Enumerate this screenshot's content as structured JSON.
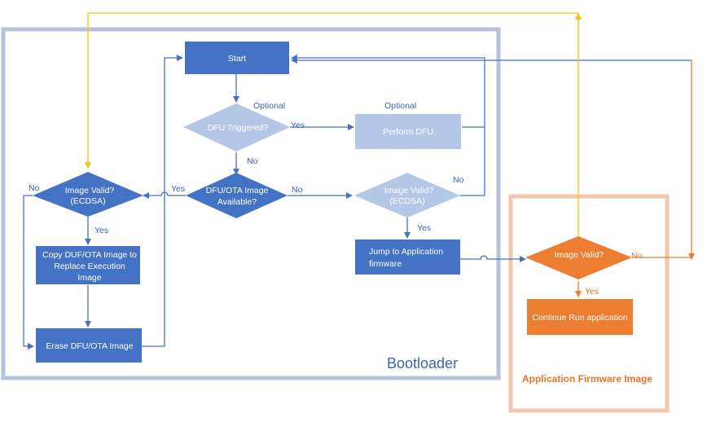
{
  "bootloader": {
    "title": "Bootloader",
    "nodes": {
      "start": "Start",
      "dfu_triggered": "DFU Triggered?",
      "perform_dfu": "Perform DFU",
      "dfu_ota_available": [
        "DFU/OTA Image",
        "Available?"
      ],
      "image_valid_left": [
        "Image Valid?",
        "(ECDSA)"
      ],
      "image_valid_right": [
        "Image Valid?",
        "(ECDSA)"
      ],
      "copy_image": [
        "Copy DUF/OTA Image to",
        "Replace Execution",
        "Image"
      ],
      "erase_image": "Erase DFU/OTA Image",
      "jump_app": [
        "Jump to Application",
        "firmware"
      ]
    },
    "annotations": {
      "optional_1": "Optional",
      "optional_2": "Optional"
    },
    "edge_labels": {
      "dfu_yes": "Yes",
      "dfu_no": "No",
      "avail_yes": "Yes",
      "avail_no": "No",
      "left_valid_no": "No",
      "left_valid_yes": "Yes",
      "right_valid_no": "No",
      "right_valid_yes": "Yes"
    }
  },
  "application": {
    "title": "Application Firmware Image",
    "nodes": {
      "image_valid": "Image Valid?",
      "continue_run": "Continue Run application"
    },
    "edge_labels": {
      "no": "No",
      "yes": "Yes"
    }
  },
  "colors": {
    "blue_dark": "#4472c4",
    "blue_light": "#b4c7e7",
    "blue_frame": "#b4c4dc",
    "orange": "#ed7d31",
    "orange_frame": "#f4c7ad",
    "yellow": "#ffc000",
    "text_blue": "#3b63b4",
    "text_orange": "#e8742a"
  }
}
